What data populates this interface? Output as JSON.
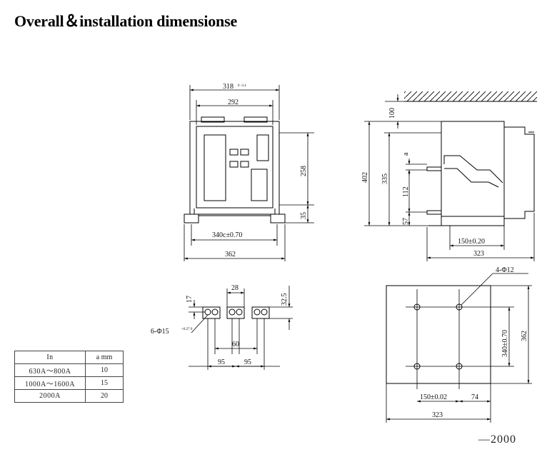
{
  "title": "Overall＆installation dimensionse",
  "front_view": {
    "top_width": "318",
    "top_width_tol": "0 -3.4",
    "inner_width": "292",
    "height_upper": "258",
    "height_lower": "35",
    "mount_spacing": "340c±0.70",
    "base_width": "362"
  },
  "side_view": {
    "top_clearance": "100",
    "total_height": "402",
    "body_height": "335",
    "offset_a": "a",
    "terminal_height": "112",
    "bottom_height": "57",
    "mount_spacing": "150±0.20",
    "depth": "323"
  },
  "terminal_view": {
    "pitch_small": "28",
    "height_small": "17",
    "height": "32.5",
    "hole_note": "6-Φ15",
    "hole_tol": "+0.27 0",
    "center_spacing": "60",
    "pitch_left": "95",
    "pitch_right": "95"
  },
  "mounting_view": {
    "hole_note": "4-Φ12",
    "hole_spacing_v": "340±0.70",
    "plate_height": "362",
    "hole_spacing_h": "150±0.02",
    "edge_offset": "74",
    "plate_width": "323"
  },
  "table": {
    "headers": [
      "In",
      "a mm"
    ],
    "rows": [
      [
        "630A～800A",
        "10"
      ],
      [
        "1000A～1600A",
        "15"
      ],
      [
        "2000A",
        "20"
      ]
    ]
  },
  "suffix": "—2000"
}
